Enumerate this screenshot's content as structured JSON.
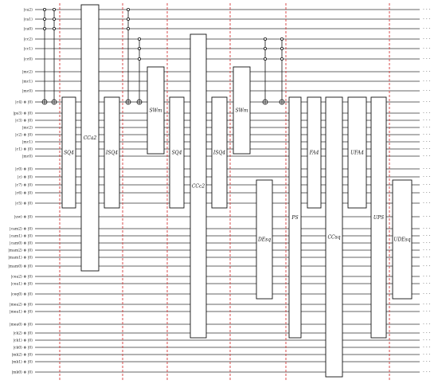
{
  "wires": [
    "|ca2⟩",
    "|ca1⟩",
    "|ca0⟩",
    "|cc2⟩",
    "|cc1⟩",
    "|cc0⟩",
    "|mc2⟩",
    "|mc1⟩",
    "|mc0⟩",
    "|c4⟩ ⊗ |0⟩",
    "|ps3⟩ ⊗ |0⟩",
    "|c3⟩ ⊗ |0⟩",
    "|mc2⟩",
    "|c2⟩ ⊗ |0⟩",
    "|mc1⟩",
    "|c1⟩ ⊗ |0⟩",
    "|mc0⟩",
    "|c0⟩ ⊗ |0⟩",
    "|c⟩ ⊗ |0⟩",
    "|c7⟩ ⊗ |0⟩",
    "|c6⟩ ⊗ |0⟩",
    "|c5⟩ ⊗ |0⟩",
    "|uw⟩ ⊗ |0⟩",
    "|cam2⟩ ⊗ |0⟩",
    "|cam1⟩ ⊗ |0⟩",
    "|cam0⟩ ⊗ |0⟩",
    "|mam2⟩ ⊗ |0⟩",
    "|mam1⟩ ⊗ |0⟩",
    "|mam0⟩ ⊗ |0⟩",
    "|cea2⟩ ⊗ |0⟩",
    "|cea1⟩ ⊗ |0⟩",
    "|ceq0⟩ ⊗ |0⟩",
    "|mea2⟩ ⊗ |0⟩",
    "|mea1⟩ ⊗ |0⟩",
    "|mea0⟩ ⊗ |0⟩",
    "|ck2⟩ ⊗ |0⟩",
    "|ck1⟩ ⊗ |0⟩",
    "|ck0⟩ ⊗ |0⟩",
    "|mk2⟩ ⊗ |0⟩",
    "|mk1⟩ ⊗ |0⟩",
    "|mk0⟩ ⊗ |0⟩"
  ],
  "gates": [
    {
      "label": "SQ4",
      "rows": [
        9,
        21
      ]
    },
    {
      "label": "CCa2",
      "rows": [
        0,
        28
      ]
    },
    {
      "label": "ISQ4",
      "rows": [
        9,
        21
      ]
    },
    {
      "label": "SWm",
      "rows": [
        6,
        15
      ]
    },
    {
      "label": "SQ4",
      "rows": [
        9,
        21
      ]
    },
    {
      "label": "CCc2",
      "rows": [
        3,
        35
      ]
    },
    {
      "label": "ISQ4",
      "rows": [
        9,
        21
      ]
    },
    {
      "label": "SWm",
      "rows": [
        6,
        15
      ]
    },
    {
      "label": "DEsq",
      "rows": [
        19,
        31
      ]
    },
    {
      "label": "PS",
      "rows": [
        9,
        35
      ]
    },
    {
      "label": "FA4",
      "rows": [
        9,
        21
      ]
    },
    {
      "label": "CCsq",
      "rows": [
        9,
        40
      ]
    },
    {
      "label": "UFA4",
      "rows": [
        9,
        21
      ]
    },
    {
      "label": "UPS",
      "rows": [
        9,
        35
      ]
    },
    {
      "label": "UDEsq",
      "rows": [
        19,
        31
      ]
    }
  ],
  "controls": [
    {
      "controls": [
        0,
        1,
        2
      ],
      "target": 9,
      "col": 0
    },
    {
      "controls": [
        0,
        1,
        2
      ],
      "target": 9,
      "col": 1
    },
    {
      "controls": [
        0,
        1,
        2
      ],
      "target": 9,
      "col": 2
    },
    {
      "controls": [
        3,
        4,
        5
      ],
      "target": 9,
      "col": 3
    },
    {
      "controls": [
        3,
        4,
        5
      ],
      "target": 9,
      "col": 4
    },
    {
      "controls": [
        3,
        4,
        5
      ],
      "target": 9,
      "col": 5
    }
  ],
  "ellipsis": "· · ·"
}
